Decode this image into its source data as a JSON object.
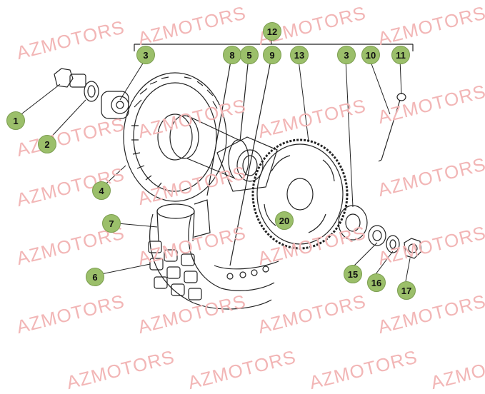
{
  "watermark_text": "AZMOTORS",
  "colors": {
    "watermark": "#f2b6b6",
    "callout_fill": "#9bbf6a",
    "line": "#222222"
  },
  "callouts": {
    "c1": "1",
    "c2": "2",
    "c3a": "3",
    "c3b": "3",
    "c4": "4",
    "c5": "5",
    "c6": "6",
    "c7": "7",
    "c8": "8",
    "c9": "9",
    "c10": "10",
    "c11": "11",
    "c12": "12",
    "c13": "13",
    "c15": "15",
    "c16": "16",
    "c17": "17",
    "c20": "20"
  }
}
